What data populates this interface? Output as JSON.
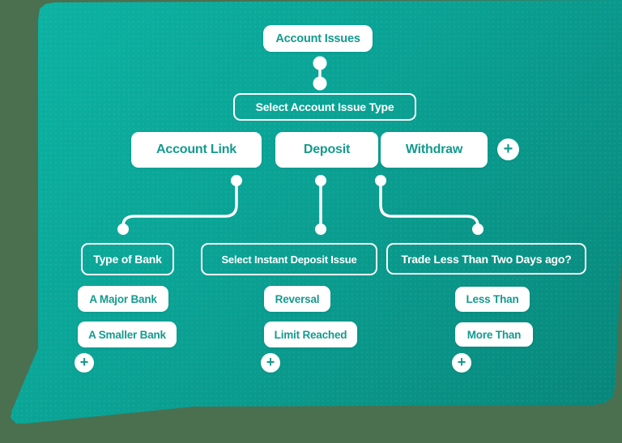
{
  "colors": {
    "page_bg": "#4a7050",
    "bubble_start": "#0db4a4",
    "bubble_mid": "#0aa294",
    "bubble_end": "#088579",
    "node_teal": "#149a8e",
    "white": "#ffffff"
  },
  "icons": {
    "plus": "+"
  },
  "tree": {
    "root": "Account Issues",
    "selector": "Select Account Issue Type",
    "branches": [
      {
        "name": "Account Link",
        "question": "Type of Bank",
        "options": [
          "A Major Bank",
          "A Smaller Bank"
        ]
      },
      {
        "name": "Deposit",
        "question": "Select Instant Deposit Issue",
        "options": [
          "Reversal",
          "Limit Reached"
        ]
      },
      {
        "name": "Withdraw",
        "question": "Trade Less Than Two Days ago?",
        "options": [
          "Less Than",
          "More Than"
        ]
      }
    ]
  }
}
